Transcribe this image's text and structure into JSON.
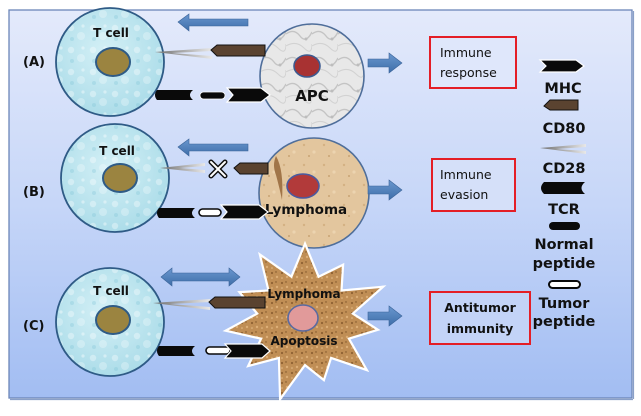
{
  "figure": {
    "rows": [
      {
        "row_label": "(A)",
        "t_cell_label": "T cell",
        "partner_label": "APC",
        "partner_type": "antigen-presenting cell",
        "peptide": "normal",
        "cd80_cd28_interaction": "engaged",
        "signal_arrow": "left",
        "outcome_lines": [
          "Immune",
          "response"
        ]
      },
      {
        "row_label": "(B)",
        "t_cell_label": "T cell",
        "partner_label": "Lymphoma",
        "partner_type": "lymphoma cell",
        "peptide": "tumor",
        "cd80_cd28_interaction": "blocked",
        "signal_arrow": "left",
        "outcome_lines": [
          "Immune",
          "evasion"
        ]
      },
      {
        "row_label": "(C)",
        "t_cell_label": "T cell",
        "partner_label": "Lymphoma",
        "partner_sublabel": "Apoptosis",
        "partner_type": "apoptotic lymphoma cell",
        "peptide": "tumor",
        "cd80_cd28_interaction": "engaged",
        "signal_arrow": "bidirectional",
        "outcome_lines": [
          "Antitumor",
          "immunity"
        ]
      }
    ],
    "legend": [
      {
        "symbol": "mhc-icon",
        "lines": [
          "MHC"
        ]
      },
      {
        "symbol": "cd80-icon",
        "lines": [
          "CD80"
        ]
      },
      {
        "symbol": "cd28-icon",
        "lines": [
          "CD28"
        ]
      },
      {
        "symbol": "tcr-icon",
        "lines": [
          "TCR"
        ]
      },
      {
        "symbol": "normal-peptide-icon",
        "lines": [
          "Normal",
          "peptide"
        ]
      },
      {
        "symbol": "tumor-peptide-icon",
        "lines": [
          "Tumor",
          "peptide"
        ]
      }
    ],
    "colors": {
      "frame_top": "#e3e9fb",
      "frame_bottom": "#a4bff3",
      "frame_border": "#6c86b8",
      "t_cell_fill": "#bfe6ef",
      "t_cell_border": "#2f5b86",
      "t_cell_nucleus": "#9b8440",
      "apc_fill": "#e4e4e4",
      "apc_nucleus": "#a83232",
      "lymphoma_fill": "#e2c399",
      "lymphoma_nucleus": "#b23a3a",
      "apoptotic_fill": "#c39158",
      "apoptotic_nucleus": "#e19a9a",
      "signal_arrow": "#4f80bd",
      "outcome_box_border": "#e41e26",
      "cd80_fill": "#5a4330",
      "molecule_black": "#0a0a0a"
    }
  }
}
